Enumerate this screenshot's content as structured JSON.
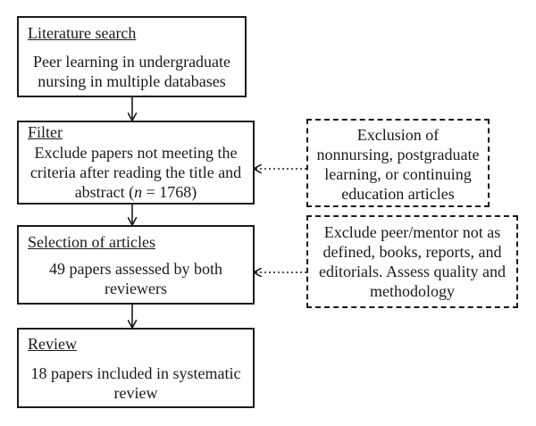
{
  "steps": [
    {
      "title": "Literature search",
      "lines": [
        "Peer learning in undergraduate",
        "nursing in multiple databases"
      ]
    },
    {
      "title": "Filter",
      "lines": [
        "Exclude papers not meeting the",
        "criteria after reading the title and",
        "abstract ("
      ],
      "n_symbol": "n",
      "n_suffix": " = 1768)"
    },
    {
      "title": "Selection of articles",
      "lines": [
        "49 papers assessed by both",
        "reviewers"
      ]
    },
    {
      "title": "Review",
      "lines": [
        "18 papers included in systematic",
        "review"
      ]
    }
  ],
  "exclusions": [
    {
      "lines": [
        "Exclusion of",
        "nonnursing, postgraduate",
        "learning, or continuing",
        "education articles"
      ]
    },
    {
      "lines": [
        "Exclude peer/mentor not as",
        "defined, books, reports, and",
        "editorials.  Assess quality and",
        "methodology"
      ]
    }
  ]
}
